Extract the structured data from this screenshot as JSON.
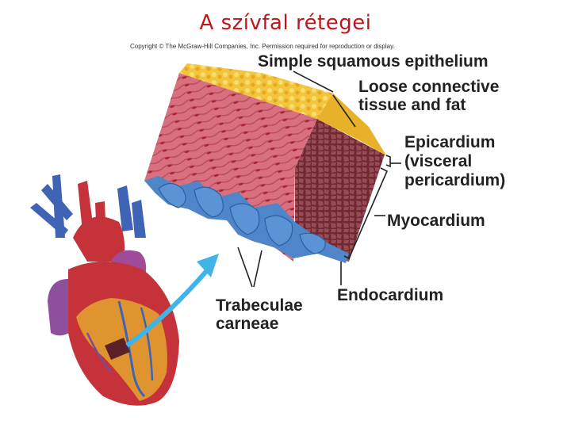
{
  "title": "A szívfal rétegei",
  "copyright": "Copyright © The McGraw-Hill Companies, Inc. Permission required for reproduction or display.",
  "labels": {
    "simple_squamous": "Simple squamous epithelium",
    "loose_connective_1": "Loose connective",
    "loose_connective_2": "tissue and fat",
    "epicardium_1": "Epicardium",
    "epicardium_2": "(visceral",
    "epicardium_3": "pericardium)",
    "myocardium": "Myocardium",
    "endocardium": "Endocardium",
    "trabeculae_1": "Trabeculae",
    "trabeculae_2": "carneae"
  },
  "colors": {
    "title": "#c0151b",
    "fat": "#f0c23a",
    "muscle": "#d86a7a",
    "myocardium_cut": "#8a3c46",
    "endocardium": "#4f86c9",
    "arrow": "#3fb4e6",
    "heart_red": "#c6323a",
    "vessel_blue": "#3f63b5"
  }
}
